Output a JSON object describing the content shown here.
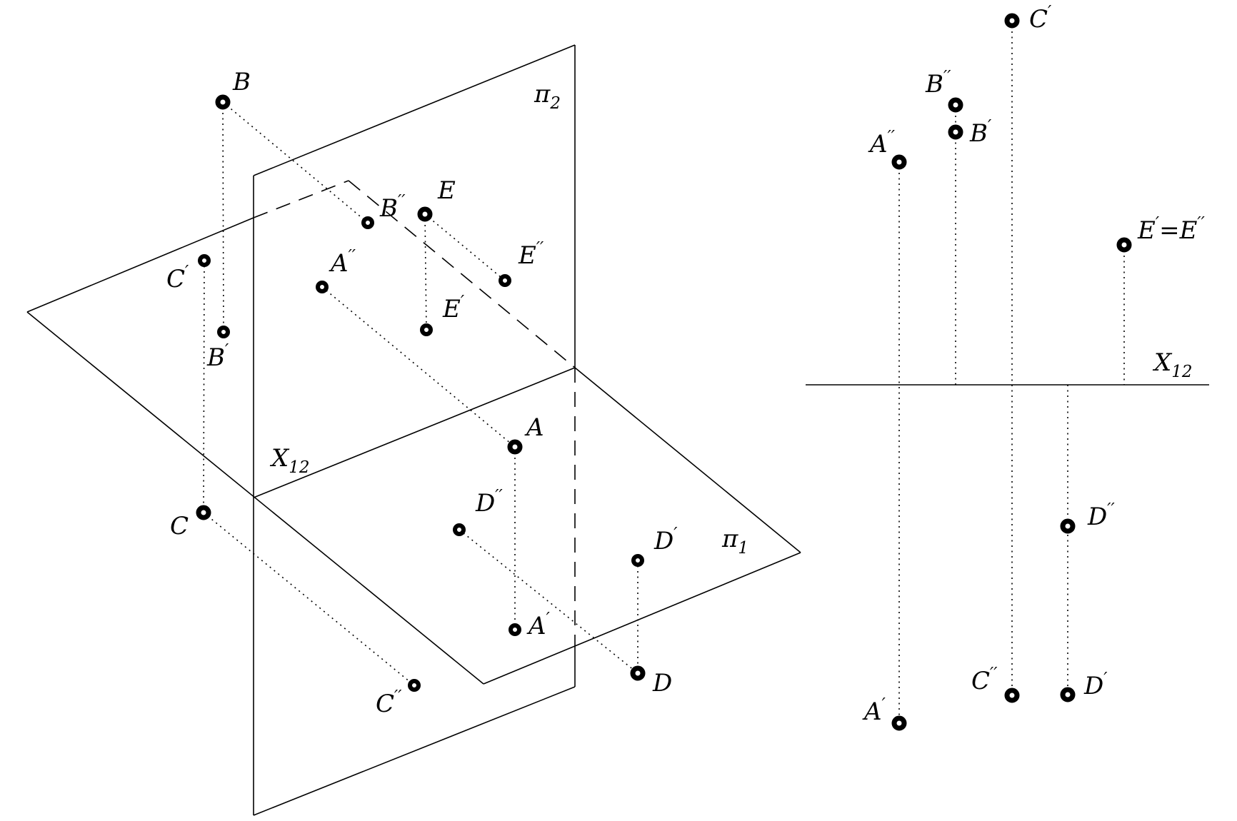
{
  "colors": {
    "ink": "#000000",
    "background": "#ffffff"
  },
  "axonometric": {
    "plane2": {
      "base": "π",
      "sub": "2"
    },
    "plane1": {
      "base": "π",
      "sub": "1"
    },
    "axis": {
      "base": "X",
      "sub": "12"
    },
    "labels": {
      "B": {
        "base": "B",
        "sup": ""
      },
      "B1": {
        "base": "B",
        "sup": "′"
      },
      "B2": {
        "base": "B",
        "sup": "′′"
      },
      "C1": {
        "base": "C",
        "sup": "′"
      },
      "C": {
        "base": "C",
        "sup": ""
      },
      "C2": {
        "base": "C",
        "sup": "′′"
      },
      "A2": {
        "base": "A",
        "sup": "′′"
      },
      "A": {
        "base": "A",
        "sup": ""
      },
      "A1": {
        "base": "A",
        "sup": "′"
      },
      "E": {
        "base": "E",
        "sup": ""
      },
      "E1": {
        "base": "E",
        "sup": "′"
      },
      "E2": {
        "base": "E",
        "sup": "′′"
      },
      "D2": {
        "base": "D",
        "sup": "′′"
      },
      "D": {
        "base": "D",
        "sup": ""
      },
      "D1": {
        "base": "D",
        "sup": "′"
      }
    }
  },
  "epure": {
    "axis": {
      "base": "X",
      "sub": "12"
    },
    "labels": {
      "C1": {
        "base": "C",
        "sup": "′"
      },
      "B2": {
        "base": "B",
        "sup": "′′"
      },
      "B1": {
        "base": "B",
        "sup": "′"
      },
      "A2": {
        "base": "A",
        "sup": "′′"
      },
      "E12": {
        "base1": "E",
        "sup1": "′",
        "eq": "=",
        "base2": "E",
        "sup2": "′′"
      },
      "D2": {
        "base": "D",
        "sup": "′′"
      },
      "C2": {
        "base": "C",
        "sup": "′′"
      },
      "D1": {
        "base": "D",
        "sup": "′"
      },
      "A1": {
        "base": "A",
        "sup": "′"
      }
    }
  }
}
